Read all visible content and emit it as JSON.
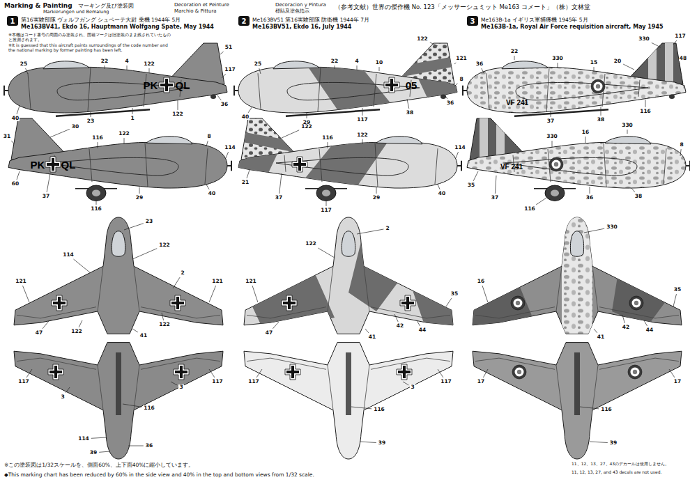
{
  "diagram": {
    "nodes": [
      {
        "text": [
          "1"
        ]
      },
      {
        "text": [
          "2"
        ]
      },
      {
        "text": [
          "3"
        ]
      }
    ],
    "labels": [
      "Marking & Painting",
      "マーキング及び塗装図",
      "Markierungen und Bemalung",
      "Decoration et Peinture",
      "Marchio & Pittura",
      "Decoracion y Pintura",
      "標貼及塗色指示",
      "（参考文献）世界の傑作機 No. 123「メッサーシュミット Me163 コメート」（株）文林堂",
      "第16実験部隊 ヴォルフガング シュペーテ大尉 乗機 1944年 5月",
      "Me163BV41, Ekdo 16, Hauptmann Wolfgang Spate, May 1944",
      "※本機はコード番号の周囲のみ塗装され、国籍マークは旧塗装のまま残されていたものと推測されます。",
      "※It is guessed that this aircraft paints surroundings of the code number and the national marking by former painting has been left.",
      "PK",
      "QL",
      "25",
      "22",
      "4",
      "122",
      "51",
      "117",
      "40",
      "23",
      "1",
      "122",
      "36",
      "PK",
      "QL",
      "31",
      "30",
      "116",
      "122",
      "8",
      "114",
      "60",
      "37",
      "116",
      "29",
      "40",
      "23",
      "122",
      "114",
      "2",
      "121",
      "121",
      "122",
      "41",
      "47",
      "122",
      "117",
      "3",
      "117",
      "3",
      "116",
      "114",
      "36",
      "39",
      "Me163BV51 第16実験部隊 防衛機 1944年 7月",
      "Me163BV51, Ekdo 16, July 1944",
      "05",
      "25",
      "22",
      "4",
      "10",
      "122",
      "121",
      "8",
      "40",
      "29",
      "117",
      "38",
      "36",
      "122",
      "116",
      "122",
      "114",
      "21",
      "37",
      "117",
      "29",
      "40",
      "2",
      "122",
      "121",
      "35",
      "42",
      "44",
      "41",
      "47",
      "117",
      "3",
      "116",
      "39",
      "117",
      "Me163B-1a イギリス軍捕獲機 1945年 5月",
      "Me163B-1a, Royal Air Force requisition aircraft, May 1945",
      "VF 241",
      "36",
      "22",
      "330",
      "15",
      "20",
      "330",
      "117",
      "48",
      "37",
      "38",
      "116",
      "VF 241",
      "330",
      "16",
      "330",
      "8",
      "35",
      "37",
      "116",
      "36",
      "38",
      "330",
      "16",
      "35",
      "42",
      "41",
      "44",
      "17",
      "17",
      "116",
      "39",
      "※この塗装図は1/32スケールを、側面60%、上下面40%に縮小しています。",
      "◆This marking chart has been reduced by 60% in the side view and 40% in the top and bottom views from 1/32 scale.",
      "11、12、13、27、43のデカールは使用しません。",
      "11, 12, 13, 27, and 43 decals are not used."
    ]
  }
}
